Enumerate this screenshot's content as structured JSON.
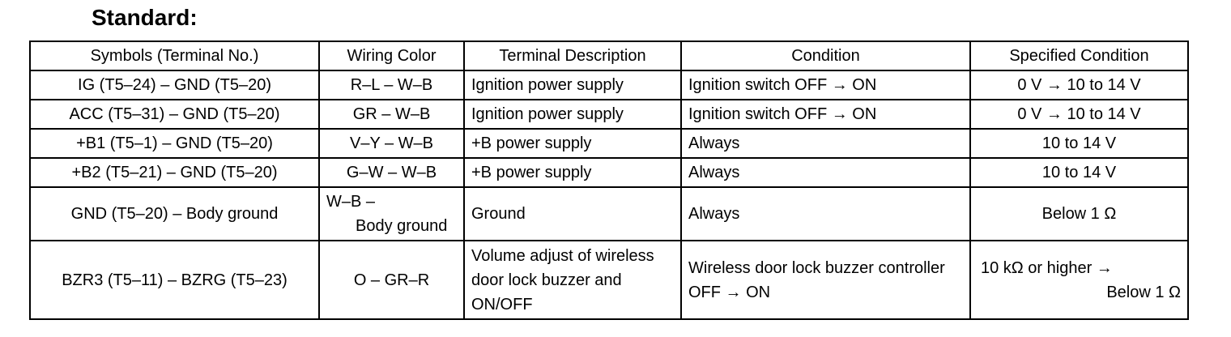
{
  "heading": "Standard:",
  "columns": [
    "Symbols (Terminal No.)",
    "Wiring Color",
    "Terminal Description",
    "Condition",
    "Specified Condition"
  ],
  "rows": [
    {
      "symbols": "IG (T5–24) – GND (T5–20)",
      "wiring": "R–L – W–B",
      "description": "Ignition power supply",
      "condition": "Ignition switch OFF → ON",
      "specified": "0 V → 10 to 14 V"
    },
    {
      "symbols": "ACC (T5–31) – GND (T5–20)",
      "wiring": "GR – W–B",
      "description": "Ignition power supply",
      "condition": "Ignition switch OFF → ON",
      "specified": "0 V → 10 to 14 V"
    },
    {
      "symbols": "+B1 (T5–1) – GND (T5–20)",
      "wiring": "V–Y – W–B",
      "description": "+B power supply",
      "condition": "Always",
      "specified": "10 to 14 V"
    },
    {
      "symbols": "+B2 (T5–21) – GND (T5–20)",
      "wiring": "G–W – W–B",
      "description": "+B power supply",
      "condition": "Always",
      "specified": "10 to 14 V"
    },
    {
      "symbols": "GND (T5–20) – Body ground",
      "wiring_line1": "W–B –",
      "wiring_line2": "Body ground",
      "description": "Ground",
      "condition": "Always",
      "specified": "Below 1 Ω"
    },
    {
      "symbols": "BZR3 (T5–11) – BZRG (T5–23)",
      "wiring": "O – GR–R",
      "description": "Volume adjust of wireless door lock buzzer and ON/OFF",
      "condition": "Wireless door lock buzzer controller OFF → ON",
      "specified_line1": "10 kΩ or higher →",
      "specified_line2": "Below 1 Ω"
    }
  ]
}
